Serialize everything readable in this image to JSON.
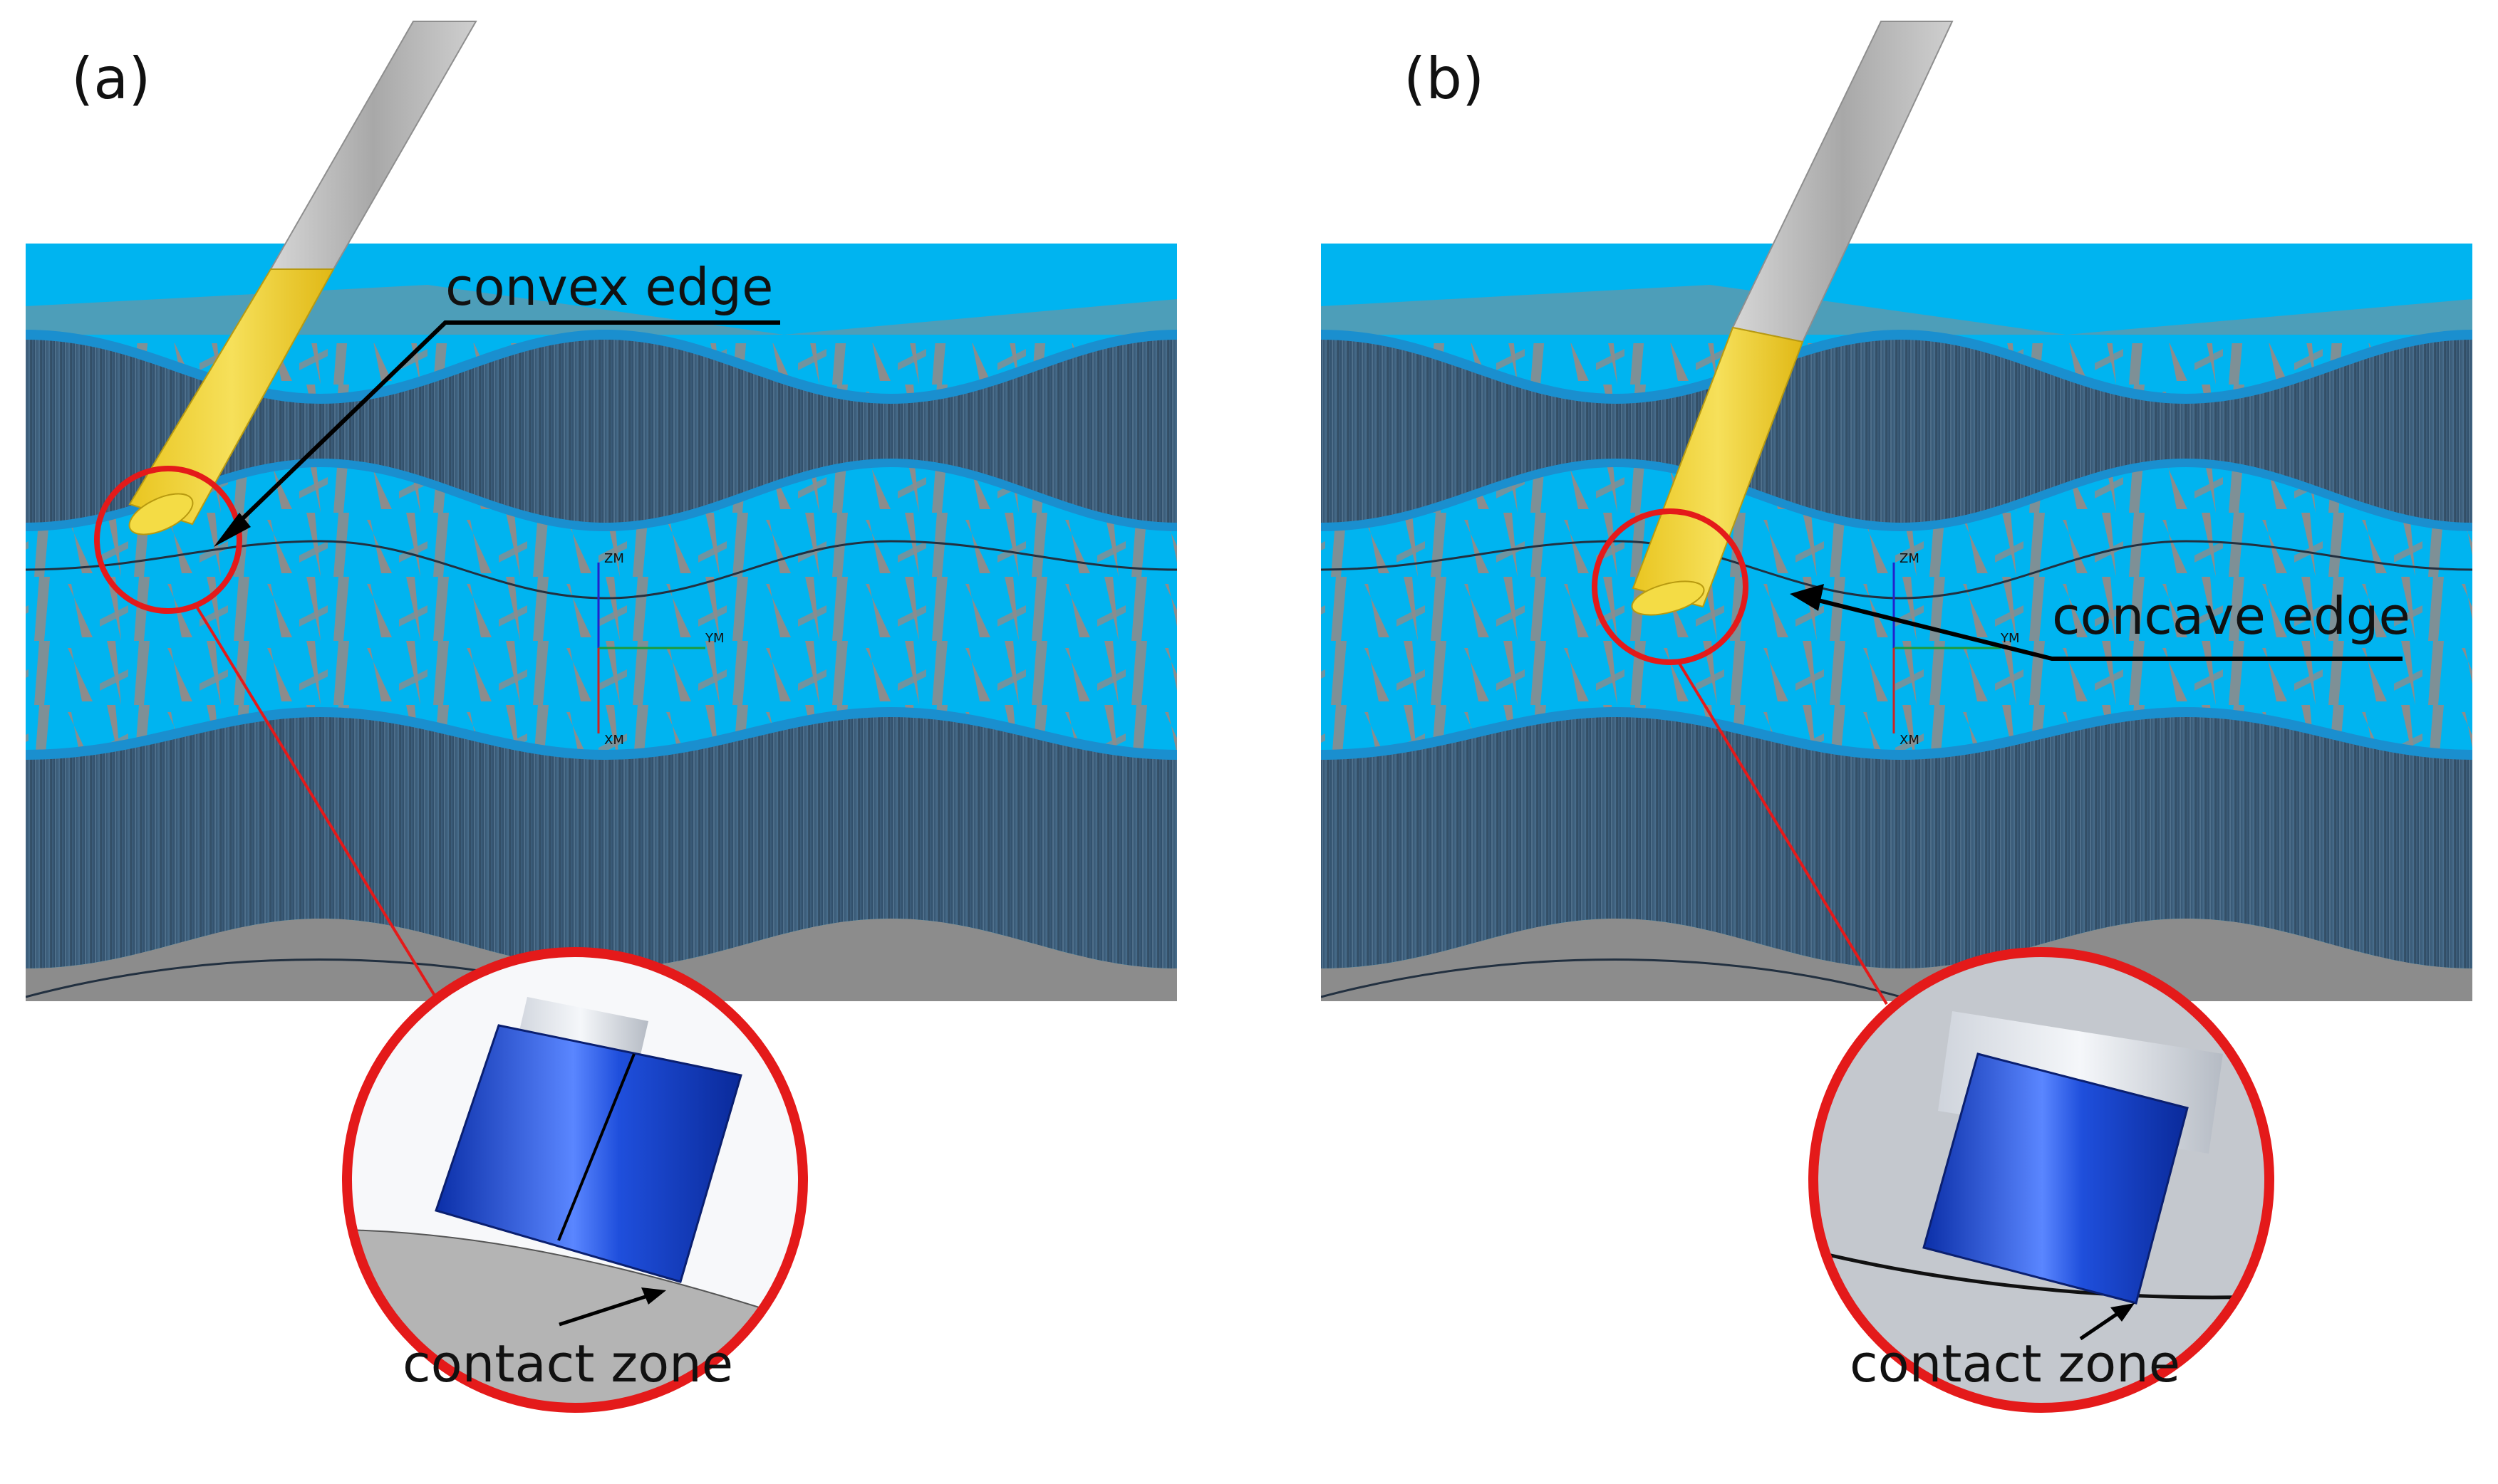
{
  "panels": [
    {
      "id": "a",
      "label": "(a)",
      "edge_label": "convex edge",
      "zoom_label": "contact zone",
      "axes": {
        "z": "ZM",
        "y": "YM",
        "x": "XM"
      }
    },
    {
      "id": "b",
      "label": "(b)",
      "edge_label": "concave edge",
      "zoom_label": "contact zone",
      "axes": {
        "z": "ZM",
        "y": "YM",
        "x": "XM"
      }
    }
  ],
  "colors": {
    "surface_blue": "#00b4f0",
    "surface_gray": "#8c8c8c",
    "wall_dark": "#3a5f7e",
    "tool_yellow": "#f2d52c",
    "tool_shank": "#b9b9b9",
    "highlight_red": "#e41a1a",
    "cutter_blue": "#1744d4"
  }
}
